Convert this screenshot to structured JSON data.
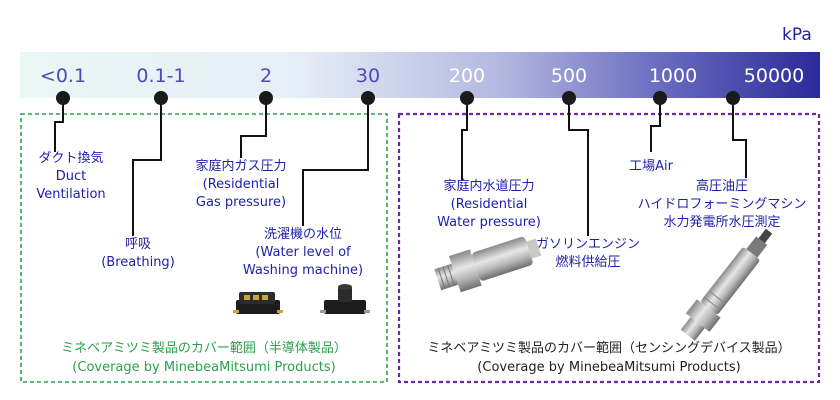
{
  "unit": "kPa",
  "scale_ticks": [
    "<0.1",
    "0.1-1",
    "2",
    "30",
    "200",
    "500",
    "1000",
    "50000"
  ],
  "applications": {
    "duct": [
      "ダクト換気",
      "Duct",
      "Ventilation"
    ],
    "breathing": [
      "呼吸",
      "(Breathing)"
    ],
    "gas": [
      "家庭内ガス圧力",
      "(Residential",
      "Gas pressure)"
    ],
    "washing": [
      "洗濯機の水位",
      "(Water level of",
      "Washing machine)"
    ],
    "water": [
      "家庭内水道圧力",
      "(Residential",
      "Water pressure)"
    ],
    "gasoline": [
      "ガソリンエンジン",
      "燃料供給圧"
    ],
    "factory": [
      "工場Air"
    ],
    "hydraulic": [
      "高圧油圧",
      "ハイドロフォーミングマシン",
      "水力発電所水圧測定"
    ]
  },
  "coverage": {
    "semiconductor": {
      "jp": "ミネベアミツミ製品のカバー範囲（半導体製品）",
      "en": "(Coverage by MinebeaMitsumi Products)",
      "color": "#2aa14a"
    },
    "sensing": {
      "jp": "ミネベアミツミ製品のカバー範囲（センシングデバイス製品）",
      "en": "(Coverage by MinebeaMitsumi Products)",
      "color": "#6a2aa8"
    }
  },
  "colors": {
    "label": "#1e1ea8",
    "bar_start": "#e9f7f4",
    "bar_end": "#2b2a9a"
  },
  "icons": [
    "sensor-chip-icon",
    "sensor-chip-port-icon",
    "pressure-transducer-icon",
    "high-pressure-sensor-icon"
  ]
}
